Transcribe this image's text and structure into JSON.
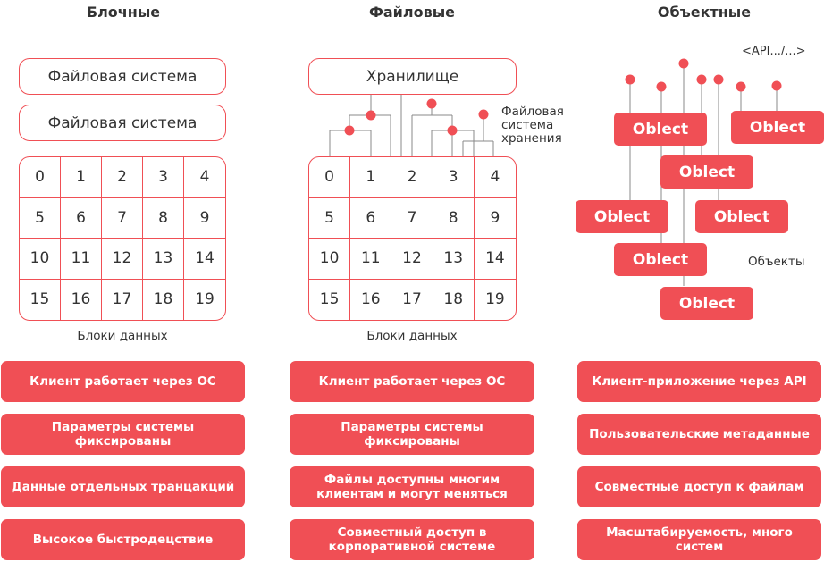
{
  "columns": {
    "block": {
      "title": "Блочные",
      "fs_box_1": "Файловая система",
      "fs_box_2": "Файловая система",
      "blocks_label": "Блоки данных",
      "features": [
        "Клиент работает через ОС",
        "Параметры системы фиксированы",
        "Данные отдельных транцакций",
        "Высокое быстродецствие"
      ]
    },
    "file": {
      "title": "Файловые",
      "storage_box": "Хранилище",
      "fs_annotation": [
        "Файловая",
        "система",
        "хранения"
      ],
      "blocks_label": "Блоки данных",
      "features": [
        "Клиент работает через ОС",
        "Параметры системы фиксированы",
        "Файлы доступны многим клиентам и могут меняться",
        "Совместный доступ в корпоративной системе"
      ]
    },
    "object": {
      "title": "Объектные",
      "api_label": "<API.../...>",
      "objects_label": "Объекты",
      "objects": [
        "Oblect",
        "Oblect",
        "Oblect",
        "Oblect",
        "Oblect",
        "Oblect",
        "Oblect"
      ],
      "features": [
        "Клиент-приложение через API",
        "Пользовательские метаданные",
        "Совместные доступ к файлам",
        "Масштабируемость, много систем"
      ]
    }
  },
  "blocks": [
    "0",
    "1",
    "2",
    "3",
    "4",
    "5",
    "6",
    "7",
    "8",
    "9",
    "10",
    "11",
    "12",
    "13",
    "14",
    "15",
    "16",
    "17",
    "18",
    "19"
  ],
  "colors": {
    "accent": "#f04f55",
    "line": "#888888"
  }
}
